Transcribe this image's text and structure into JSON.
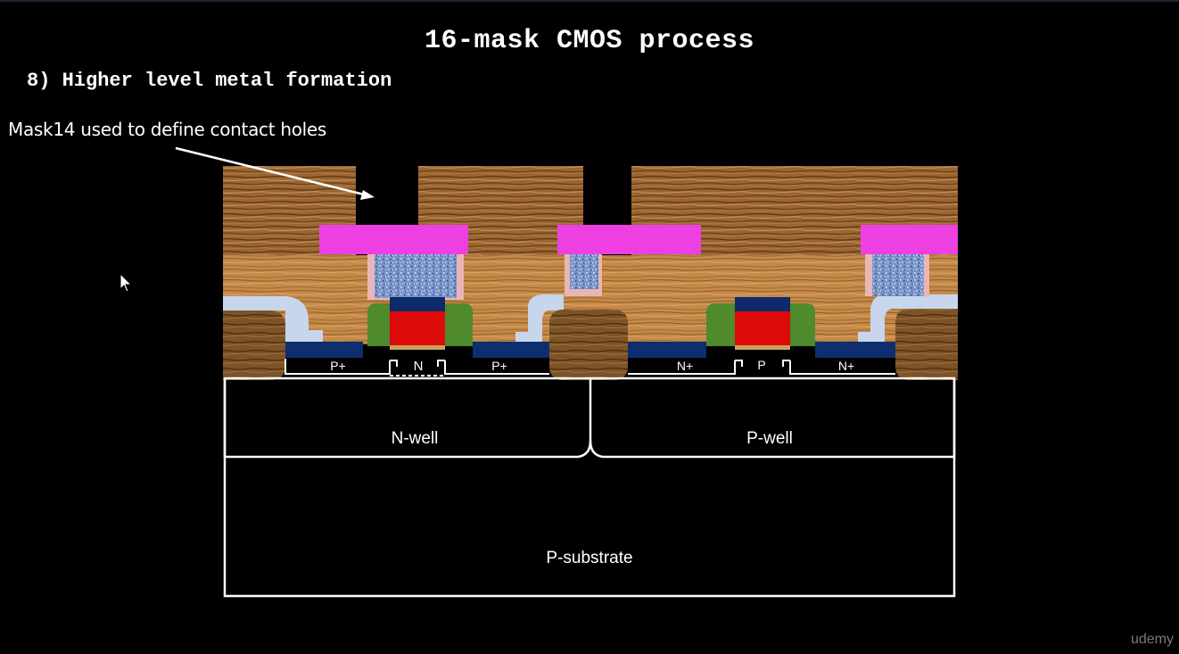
{
  "slide": {
    "title": "16-mask CMOS process",
    "step": "8) Higher level metal formation",
    "annotation": "Mask14 used to define contact holes",
    "watermark": "udemy"
  },
  "regions": {
    "pplus_left": "P+",
    "n_channel": "N",
    "pplus_right": "P+",
    "nplus_left": "N+",
    "p_channel": "P",
    "nplus_right": "N+",
    "nwell": "N-well",
    "pwell": "P-well",
    "substrate": "P-substrate"
  },
  "colors": {
    "background": "#000000",
    "metal2": "#ee3fe3",
    "via_plug": "#7a95c7",
    "gate_poly": "#dd0a0a",
    "gate_top": "#0d2a6b",
    "spacer": "#4f8a2d",
    "source_drain_contact": "#0e2f6f",
    "field_oxide": "#7d5328",
    "dielectric": "#b07535",
    "outline": "#ffffff"
  },
  "icons": [
    "mouse-cursor-icon"
  ]
}
